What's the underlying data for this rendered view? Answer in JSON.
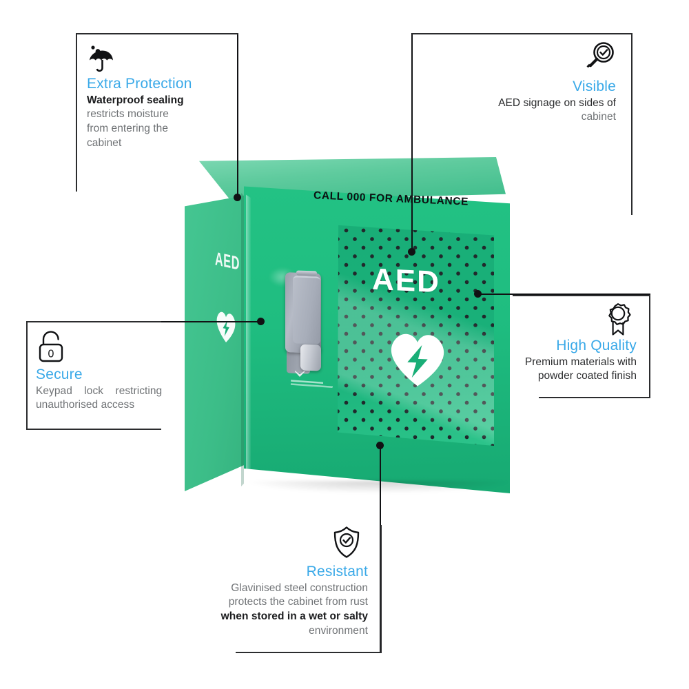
{
  "product": {
    "name": "AED Cabinet",
    "front_text": "CALL 000 FOR AMBULANCE",
    "panel_label": "AED",
    "side_label": "AED",
    "colors": {
      "cabinet_green": "#1fbd80",
      "sticker_green": "#19ae77",
      "lock_grey": "#a7adb9",
      "accent_blue": "#3aa9e8",
      "body_grey": "#6f7275",
      "body_dark": "#1b1c1e",
      "rule": "#2b2c2e"
    }
  },
  "callouts": [
    {
      "id": "extra-protection",
      "icon": "umbrella-icon",
      "title": "Extra Protection",
      "align": "left",
      "lines": [
        {
          "text": "Waterproof sealing",
          "style": "dark"
        },
        {
          "text": "restricts moisture",
          "style": "gray"
        },
        {
          "text": "from entering the",
          "style": "gray"
        },
        {
          "text": "cabinet",
          "style": "gray"
        }
      ]
    },
    {
      "id": "visible",
      "icon": "magnifier-check-icon",
      "title": "Visible",
      "align": "right",
      "lines": [
        {
          "text": "AED signage on sides of",
          "style": "mid"
        },
        {
          "text": "cabinet",
          "style": "gray"
        }
      ]
    },
    {
      "id": "secure",
      "icon": "padlock-keypad-icon",
      "title": "Secure",
      "align": "justify",
      "lines": [
        {
          "text": "Keypad    lock    restricting",
          "style": "gray"
        },
        {
          "text": "unauthorised access",
          "style": "gray"
        }
      ]
    },
    {
      "id": "high-quality",
      "icon": "award-ribbon-icon",
      "title": "High Quality",
      "align": "right",
      "lines": [
        {
          "text": "Premium materials with",
          "style": "mid"
        },
        {
          "text": "powder coated finish",
          "style": "mid"
        }
      ]
    },
    {
      "id": "resistant",
      "icon": "shield-check-icon",
      "title": "Resistant",
      "align": "right",
      "lines": [
        {
          "text": "Glavinised steel construction",
          "style": "gray"
        },
        {
          "text": "protects the cabinet from rust",
          "style": "gray"
        },
        {
          "text": "when stored in a wet or salty",
          "style": "dark"
        },
        {
          "text": "environment",
          "style": "gray"
        }
      ]
    }
  ],
  "lock_icon_digit": "0"
}
